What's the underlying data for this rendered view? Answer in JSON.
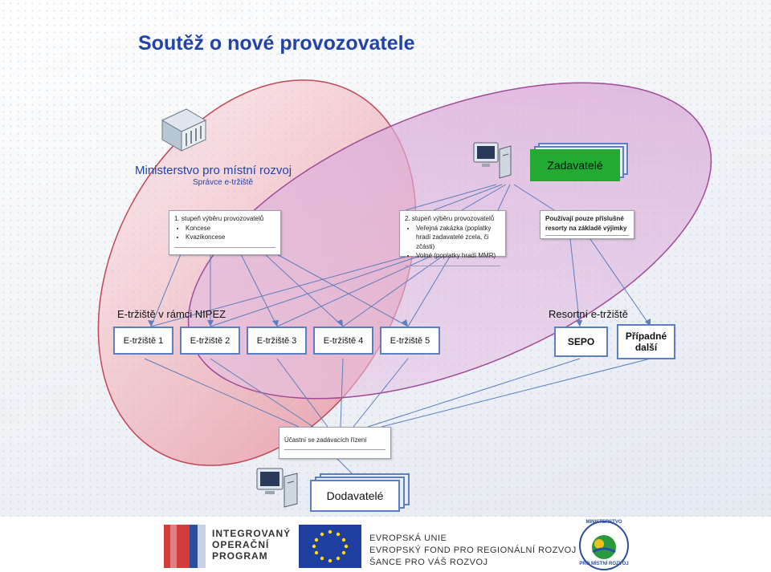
{
  "title": "Soutěž o nové provozovatele",
  "ministry": {
    "name": "Ministerstvo pro místní rozvoj",
    "role": "Správce e-tržiště"
  },
  "panel1": {
    "heading": "1. stupeň výběru provozovatelů",
    "items": [
      "Koncese",
      "Kvazikoncese"
    ]
  },
  "panel2": {
    "heading": "2. stupeň výběru provozovatelů",
    "items": [
      "Veřejná zakázka (poplatky hradí zadavatelé zcela, či zčásti)",
      "Volné (poplatky hradí MMR)"
    ]
  },
  "panel3": {
    "text": "Používají pouze příslušné resorty na základě výjimky"
  },
  "zadavatele": "Zadavatelé",
  "group_nipez": "E-tržiště v rámci NIPEZ",
  "group_resortni": "Resortní e-tržiště",
  "markets": [
    "E-tržiště 1",
    "E-tržiště 2",
    "E-tržiště 3",
    "E-tržiště 4",
    "E-tržiště 5"
  ],
  "resort_markets": [
    "SEPO",
    "Případné další"
  ],
  "participation": "Účastní se zadávacích řízení",
  "dodavatele": "Dodavatelé",
  "logos": {
    "iop": [
      "INTEGROVANÝ",
      "OPERAČNÍ",
      "PROGRAM"
    ],
    "eu": [
      "EVROPSKÁ UNIE",
      "EVROPSKÝ FOND PRO REGIONÁLNÍ ROZVOJ",
      "ŠANCE PRO VÁŠ ROZVOJ"
    ],
    "mmr": [
      "MINISTERSTVO",
      "PRO MÍSTNÍ ROZVOJ"
    ]
  },
  "colors": {
    "title": "#2244aa",
    "box_border": "#5b7fc0",
    "ellipse_pink": "#f0a0a8",
    "ellipse_purple": "#c9a0cf",
    "zadavatele_green": "#22aa33"
  }
}
